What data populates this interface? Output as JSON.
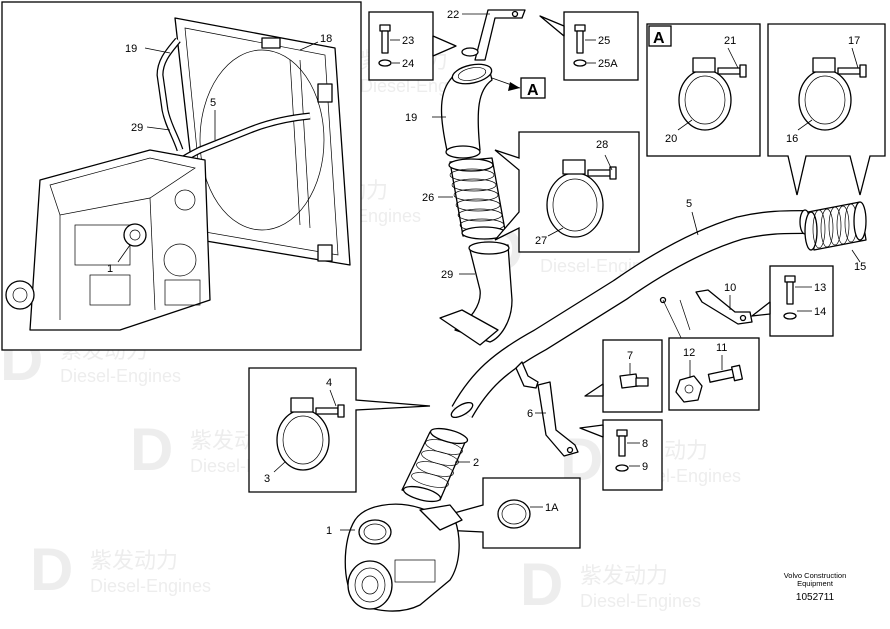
{
  "watermark": {
    "brand_cn": "紫发动力",
    "brand_en": "Diesel-Engines"
  },
  "callouts": {
    "c1": "1",
    "c1A": "1A",
    "c2": "2",
    "c3": "3",
    "c4": "4",
    "c5": "5",
    "c6": "6",
    "c7": "7",
    "c8": "8",
    "c9": "9",
    "c10": "10",
    "c11": "11",
    "c12": "12",
    "c13": "13",
    "c14": "14",
    "c15": "15",
    "c16": "16",
    "c17": "17",
    "c18": "18",
    "c19": "19",
    "c20": "20",
    "c21": "21",
    "c22": "22",
    "c23": "23",
    "c24": "24",
    "c25": "25",
    "c25A": "25A",
    "c26": "26",
    "c27": "27",
    "c28": "28",
    "c29": "29"
  },
  "overview": {
    "c1": "1",
    "c5": "5",
    "c18": "18",
    "c19": "19",
    "c29": "29"
  },
  "view_markers": {
    "a_main": "A",
    "a_box": "A"
  },
  "footer": {
    "line1": "Volvo Construction",
    "line2": "Equipment",
    "drawing_number": "1052711"
  }
}
